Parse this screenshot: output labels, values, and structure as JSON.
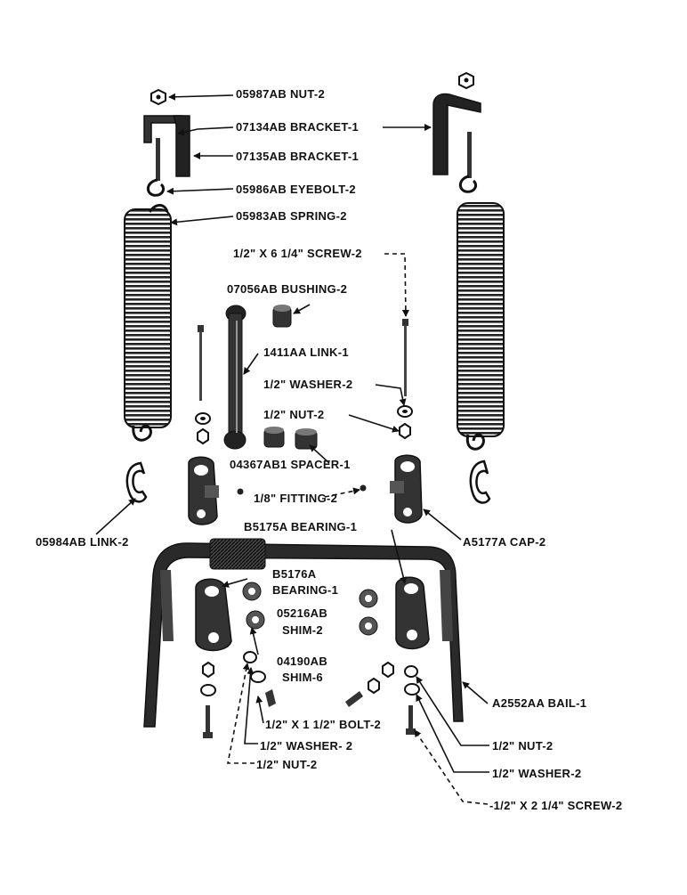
{
  "colors": {
    "ink": "#111111",
    "paper": "#ffffff",
    "shade": "#555555"
  },
  "labels": {
    "nut_05987ab": "05987AB NUT-2",
    "bracket_07134ab": "07134AB BRACKET-1",
    "bracket_07135ab": "07135AB BRACKET-1",
    "eyebolt_05986ab": "05986AB EYEBOLT-2",
    "spring_05983ab": "05983AB SPRING-2",
    "screw_half_6q": "1/2\" X 6 1/4\" SCREW-2",
    "bushing_07056ab": "07056AB BUSHING-2",
    "link_1411aa": "1411AA LINK-1",
    "washer_half_top": "1/2\" WASHER-2",
    "nut_half_top": "1/2\" NUT-2",
    "spacer_04367ab1": "04367AB1 SPACER-1",
    "fitting_eighth": "1/8\" FITTING-2",
    "link_05984ab": "05984AB LINK-2",
    "bearing_b5175a": "B5175A BEARING-1",
    "cap_a5177a": "A5177A CAP-2",
    "bearing_b5176a_line1": "B5176A",
    "bearing_b5176a_line2": "BEARING-1",
    "shim_05216ab_line1": "05216AB",
    "shim_05216ab_line2": "SHIM-2",
    "shim_04190ab_line1": "04190AB",
    "shim_04190ab_line2": "SHIM-6",
    "bail_a2552aa": "A2552AA BAIL-1",
    "bolt_half_1h": "1/2\" X 1 1/2\" BOLT-2",
    "washer_half_left": "1/2\" WASHER- 2",
    "nut_half_left": "1/2\" NUT-2",
    "nut_half_right": "1/2\" NUT-2",
    "washer_half_right": "1/2\" WASHER-2",
    "screw_half_2q": "-1/2\" X 2 1/4\" SCREW-2"
  }
}
